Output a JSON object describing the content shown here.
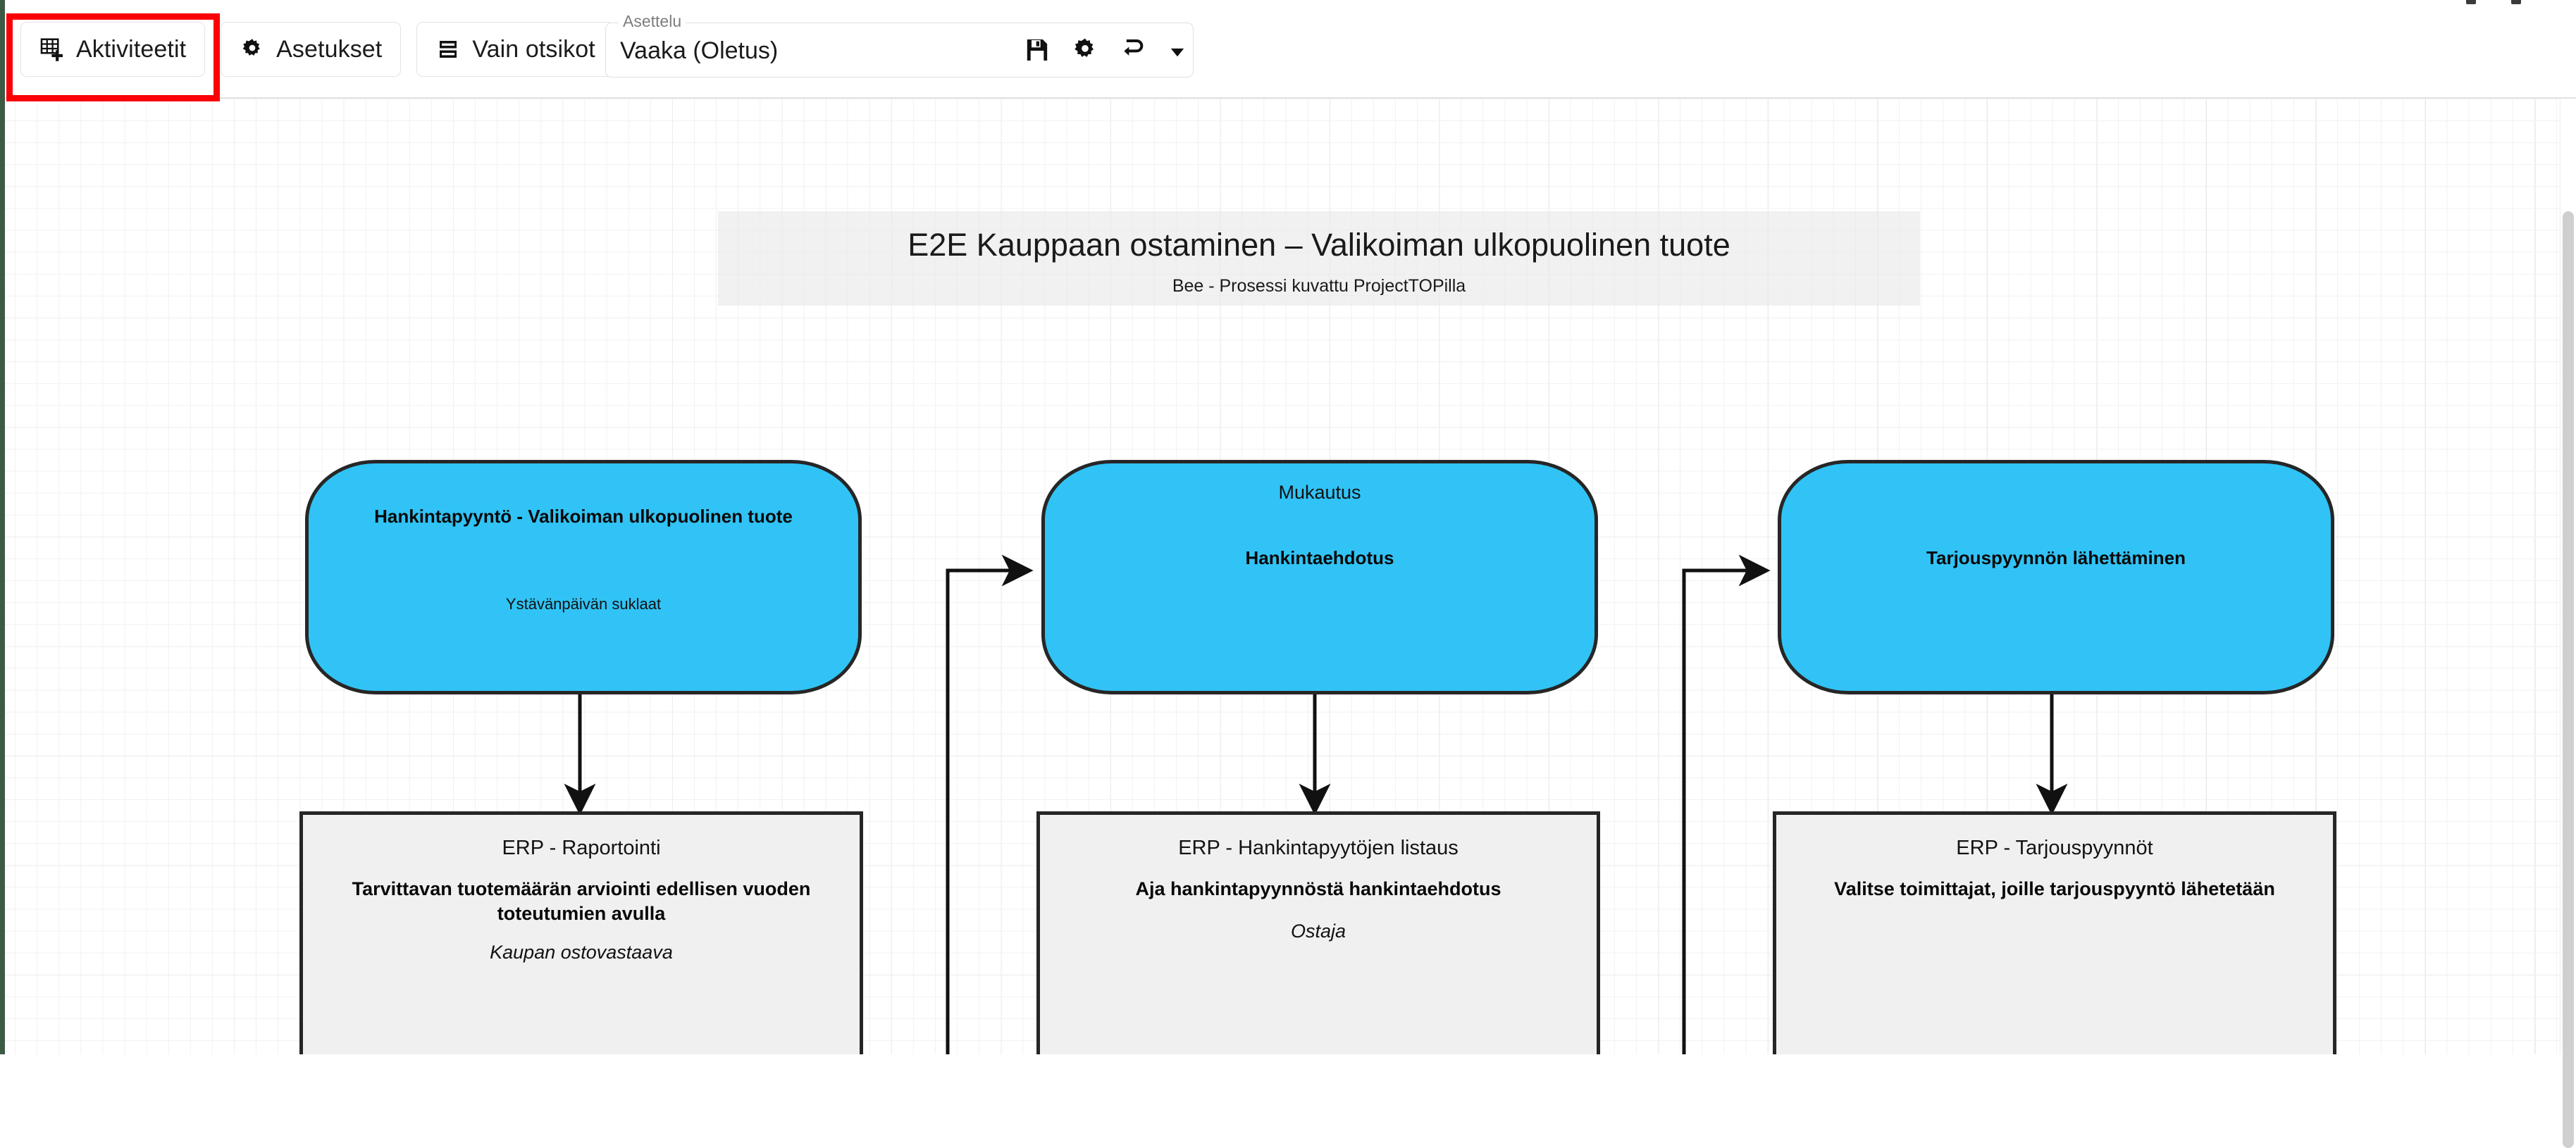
{
  "toolbar": {
    "buttons": [
      {
        "label": "Aktiviteetit",
        "icon": "table-add-icon"
      },
      {
        "label": "Asetukset",
        "icon": "gear-icon"
      },
      {
        "label": "Vain otsikot",
        "icon": "rows-icon"
      }
    ],
    "layout_field": {
      "legend": "Asettelu",
      "value": "Vaaka (Oletus)",
      "icons": [
        "save-icon",
        "gear-icon",
        "undo-icon",
        "caret-down-icon"
      ]
    }
  },
  "annotation": {
    "highlight_target": "Aktiviteetit",
    "color": "#fb0007"
  },
  "canvas": {
    "title": "E2E Kauppaan ostaminen – Valikoiman ulkopuolinen tuote",
    "subtitle": "Bee - Prosessi kuvattu ProjectTOPilla",
    "colors": {
      "activity_fill": "#31c3f5",
      "system_fill": "#f0f0f0",
      "stroke": "#262626",
      "grid_minor": "#f1f1f1",
      "grid_major": "#e2e2e2"
    },
    "activities": [
      {
        "subtitle": "",
        "title": "Hankintapyyntö - Valikoiman ulkopuolinen tuote",
        "note": "Ystävänpäivän suklaat"
      },
      {
        "subtitle": "Mukautus",
        "title": "Hankintaehdotus",
        "note": ""
      },
      {
        "subtitle": "",
        "title": "Tarjouspyynnön lähettäminen",
        "note": ""
      }
    ],
    "systems": [
      {
        "system": "ERP - Raportointi",
        "title": "Tarvittavan tuotemäärän arviointi edellisen vuoden toteutumien avulla",
        "role": "Kaupan ostovastaava"
      },
      {
        "system": "ERP - Hankintapyytöjen listaus",
        "title": "Aja hankintapyynnöstä hankintaehdotus",
        "role": "Ostaja"
      },
      {
        "system": "ERP - Tarjouspyynnöt",
        "title": "Valitse toimittajat, joille tarjouspyyntö lähetetään",
        "role": ""
      }
    ]
  }
}
